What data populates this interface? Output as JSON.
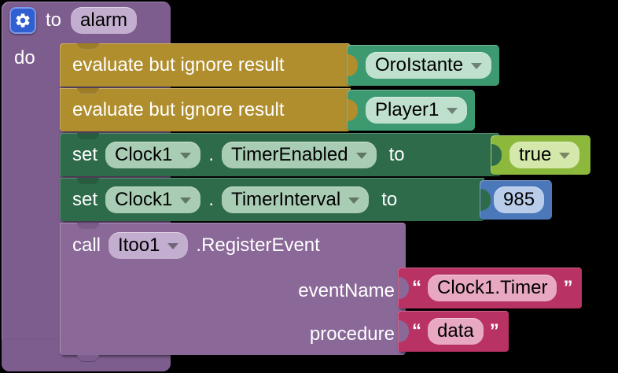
{
  "workspace": {
    "kind": "mit-app-inventor-blocks",
    "background": "#000000"
  },
  "procedure": {
    "mutator_icon": "gear-icon",
    "to_label": "to",
    "name": "alarm",
    "do_label": "do",
    "color": "#7d5c8e"
  },
  "statements": [
    {
      "type": "evaluate-but-ignore-result",
      "label": "evaluate but ignore result",
      "color": "#b08e2e",
      "value": {
        "type": "component-getter",
        "name": "OroIstante",
        "color": "#3d9970",
        "dropdown": "chevron-down-icon"
      }
    },
    {
      "type": "evaluate-but-ignore-result",
      "label": "evaluate but ignore result",
      "color": "#b08e2e",
      "value": {
        "type": "component-getter",
        "name": "Player1",
        "color": "#3d9970",
        "dropdown": "chevron-down-icon"
      }
    },
    {
      "type": "set-property",
      "set_label": "set",
      "component": "Clock1",
      "dot": ".",
      "property": "TimerEnabled",
      "to_label": "to",
      "color": "#2e6b4a",
      "value": {
        "type": "logic-boolean",
        "text": "true",
        "color": "#8cb83c",
        "dropdown": "chevron-down-icon"
      }
    },
    {
      "type": "set-property",
      "set_label": "set",
      "component": "Clock1",
      "dot": ".",
      "property": "TimerInterval",
      "to_label": "to",
      "color": "#2e6b4a",
      "value": {
        "type": "math-number",
        "text": "985",
        "color": "#4a78b8"
      }
    },
    {
      "type": "call-method",
      "call_label": "call",
      "component": "Itoo1",
      "method": ".RegisterEvent",
      "color": "#8a6898",
      "args": [
        {
          "name": "eventName",
          "value": {
            "type": "text-string",
            "text": "Clock1.Timer",
            "color": "#b83264",
            "open_quote": "“",
            "close_quote": "”"
          }
        },
        {
          "name": "procedure",
          "value": {
            "type": "text-string",
            "text": "data",
            "color": "#b83264",
            "open_quote": "“",
            "close_quote": "”"
          }
        }
      ]
    }
  ]
}
